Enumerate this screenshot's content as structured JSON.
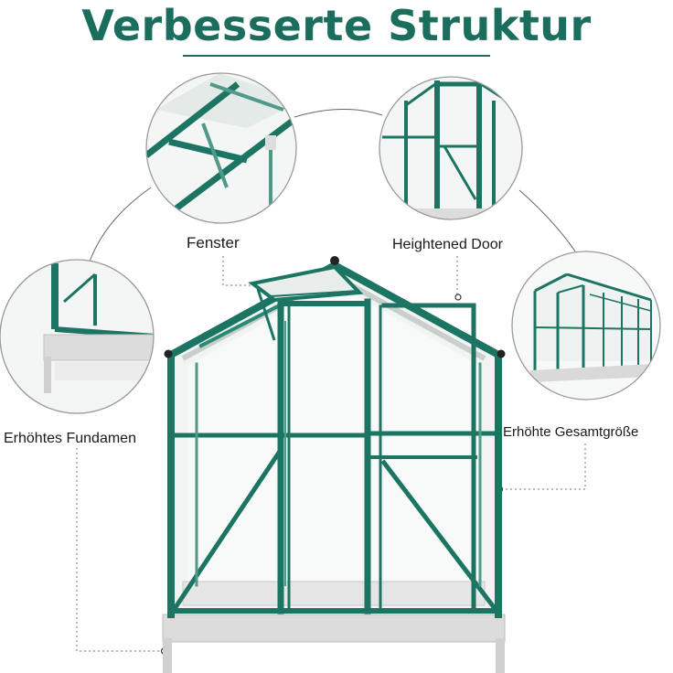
{
  "title": "Verbesserte Struktur",
  "labels": {
    "window": "Fenster",
    "door": "Heightened Door",
    "foundation": "Erhöhtes Fundamen",
    "size": "Erhöhte Gesamtgröße"
  },
  "colors": {
    "accent": "#1b6e5e",
    "frame": "#1c7563",
    "base": "#dcdcdc"
  }
}
